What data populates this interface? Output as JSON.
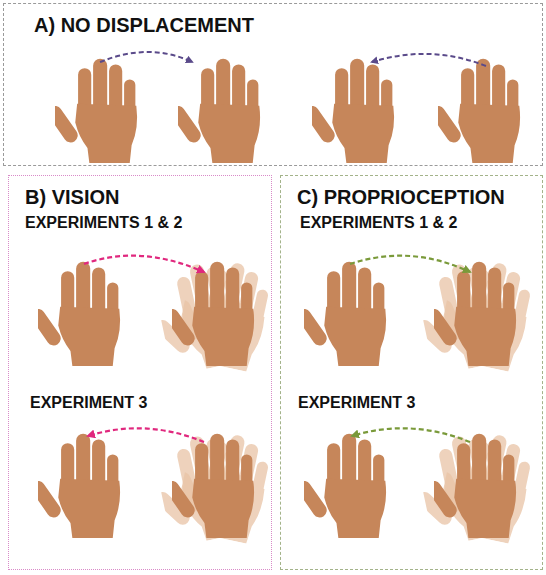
{
  "diagram": {
    "nodes": [
      {
        "text": [
          "A) NO DISPLACEMENT"
        ]
      },
      {
        "text": [
          "B) VISION"
        ]
      },
      {
        "text": [
          "C) PROPRIOCEPTION"
        ]
      }
    ],
    "labels": [
      "EXPERIMENTS 1 & 2",
      "EXPERIMENTS 1 & 2",
      "EXPERIMENT 3",
      "EXPERIMENT 3"
    ]
  }
}
